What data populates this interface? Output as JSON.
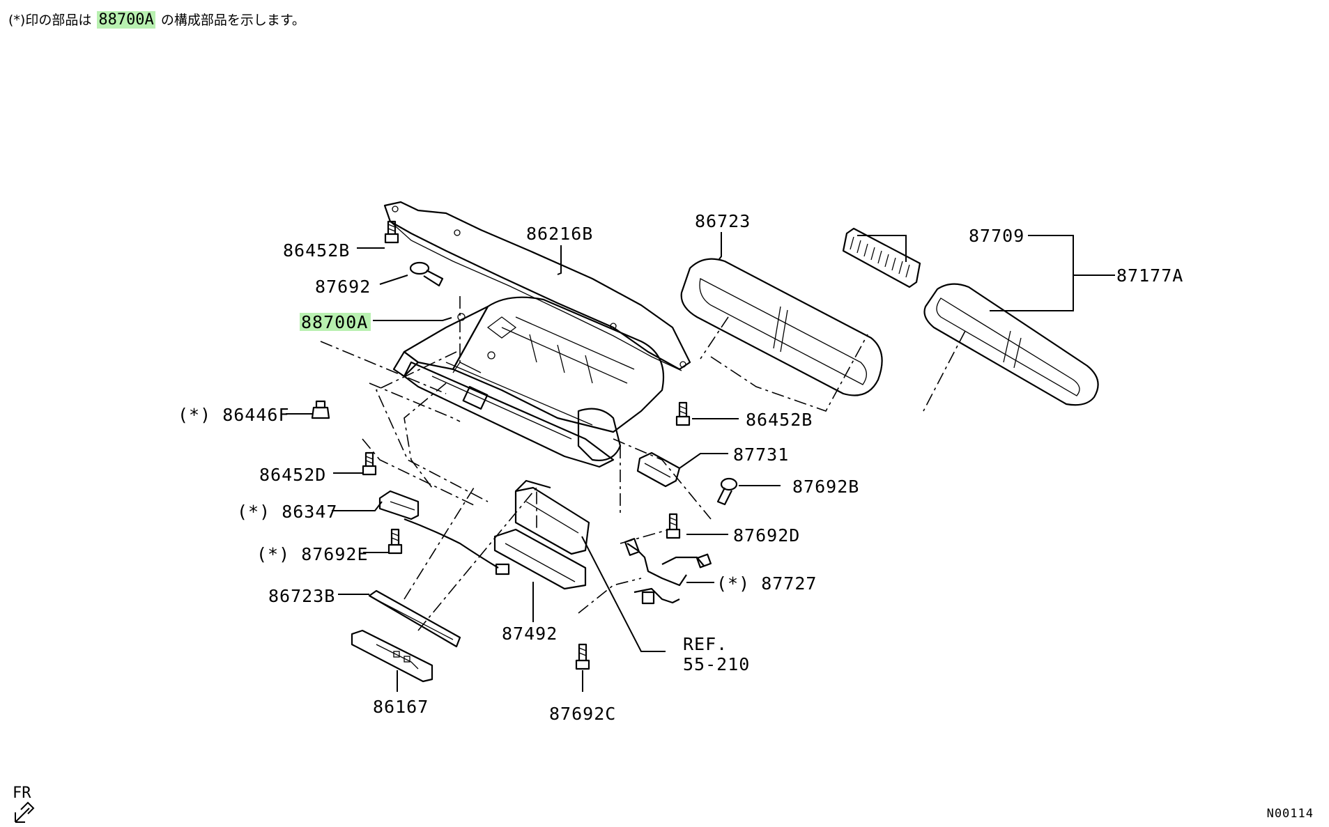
{
  "note": {
    "prefix": "(*)印の部品は",
    "highlight": "88700A",
    "suffix": "の構成部品を示します。"
  },
  "orientation_label": "FR",
  "diagram_code": "N00114",
  "colors": {
    "highlight": "#b8f0b0",
    "line": "#000000"
  },
  "callouts": [
    {
      "id": "86452B-top",
      "label": "86452B"
    },
    {
      "id": "87692",
      "label": "87692"
    },
    {
      "id": "88700A",
      "label": "88700A",
      "highlighted": true
    },
    {
      "id": "86446F",
      "label": "(*) 86446F"
    },
    {
      "id": "86452D",
      "label": "86452D"
    },
    {
      "id": "86347",
      "label": "(*) 86347"
    },
    {
      "id": "87692E",
      "label": "(*) 87692E"
    },
    {
      "id": "86723B",
      "label": "86723B"
    },
    {
      "id": "86167",
      "label": "86167"
    },
    {
      "id": "87492",
      "label": "87492"
    },
    {
      "id": "87692C",
      "label": "87692C"
    },
    {
      "id": "REF1",
      "label": "REF."
    },
    {
      "id": "REF2",
      "label": "55-210"
    },
    {
      "id": "87727",
      "label": "(*) 87727"
    },
    {
      "id": "87692D",
      "label": "87692D"
    },
    {
      "id": "87692B",
      "label": "87692B"
    },
    {
      "id": "87731",
      "label": "87731"
    },
    {
      "id": "86452B-right",
      "label": "86452B"
    },
    {
      "id": "86216B",
      "label": "86216B"
    },
    {
      "id": "86723",
      "label": "86723"
    },
    {
      "id": "87709",
      "label": "87709"
    },
    {
      "id": "87177A",
      "label": "87177A"
    }
  ]
}
